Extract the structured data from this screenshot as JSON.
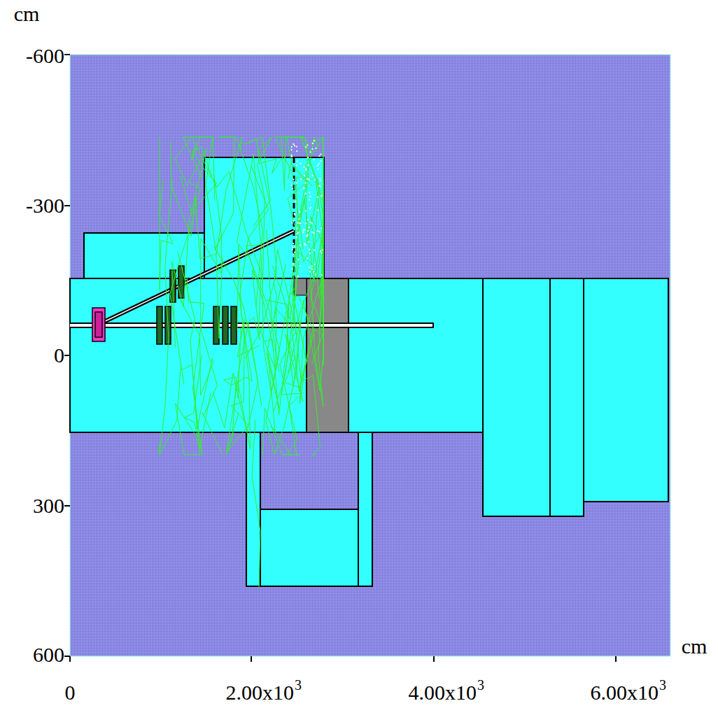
{
  "diagram": {
    "labels": [
      "cm",
      "-600",
      "-300",
      "0",
      "300",
      "600",
      "cm",
      "0",
      "2.00x10",
      "3",
      "4.00x10",
      "3",
      "6.00x10",
      "3"
    ]
  }
}
